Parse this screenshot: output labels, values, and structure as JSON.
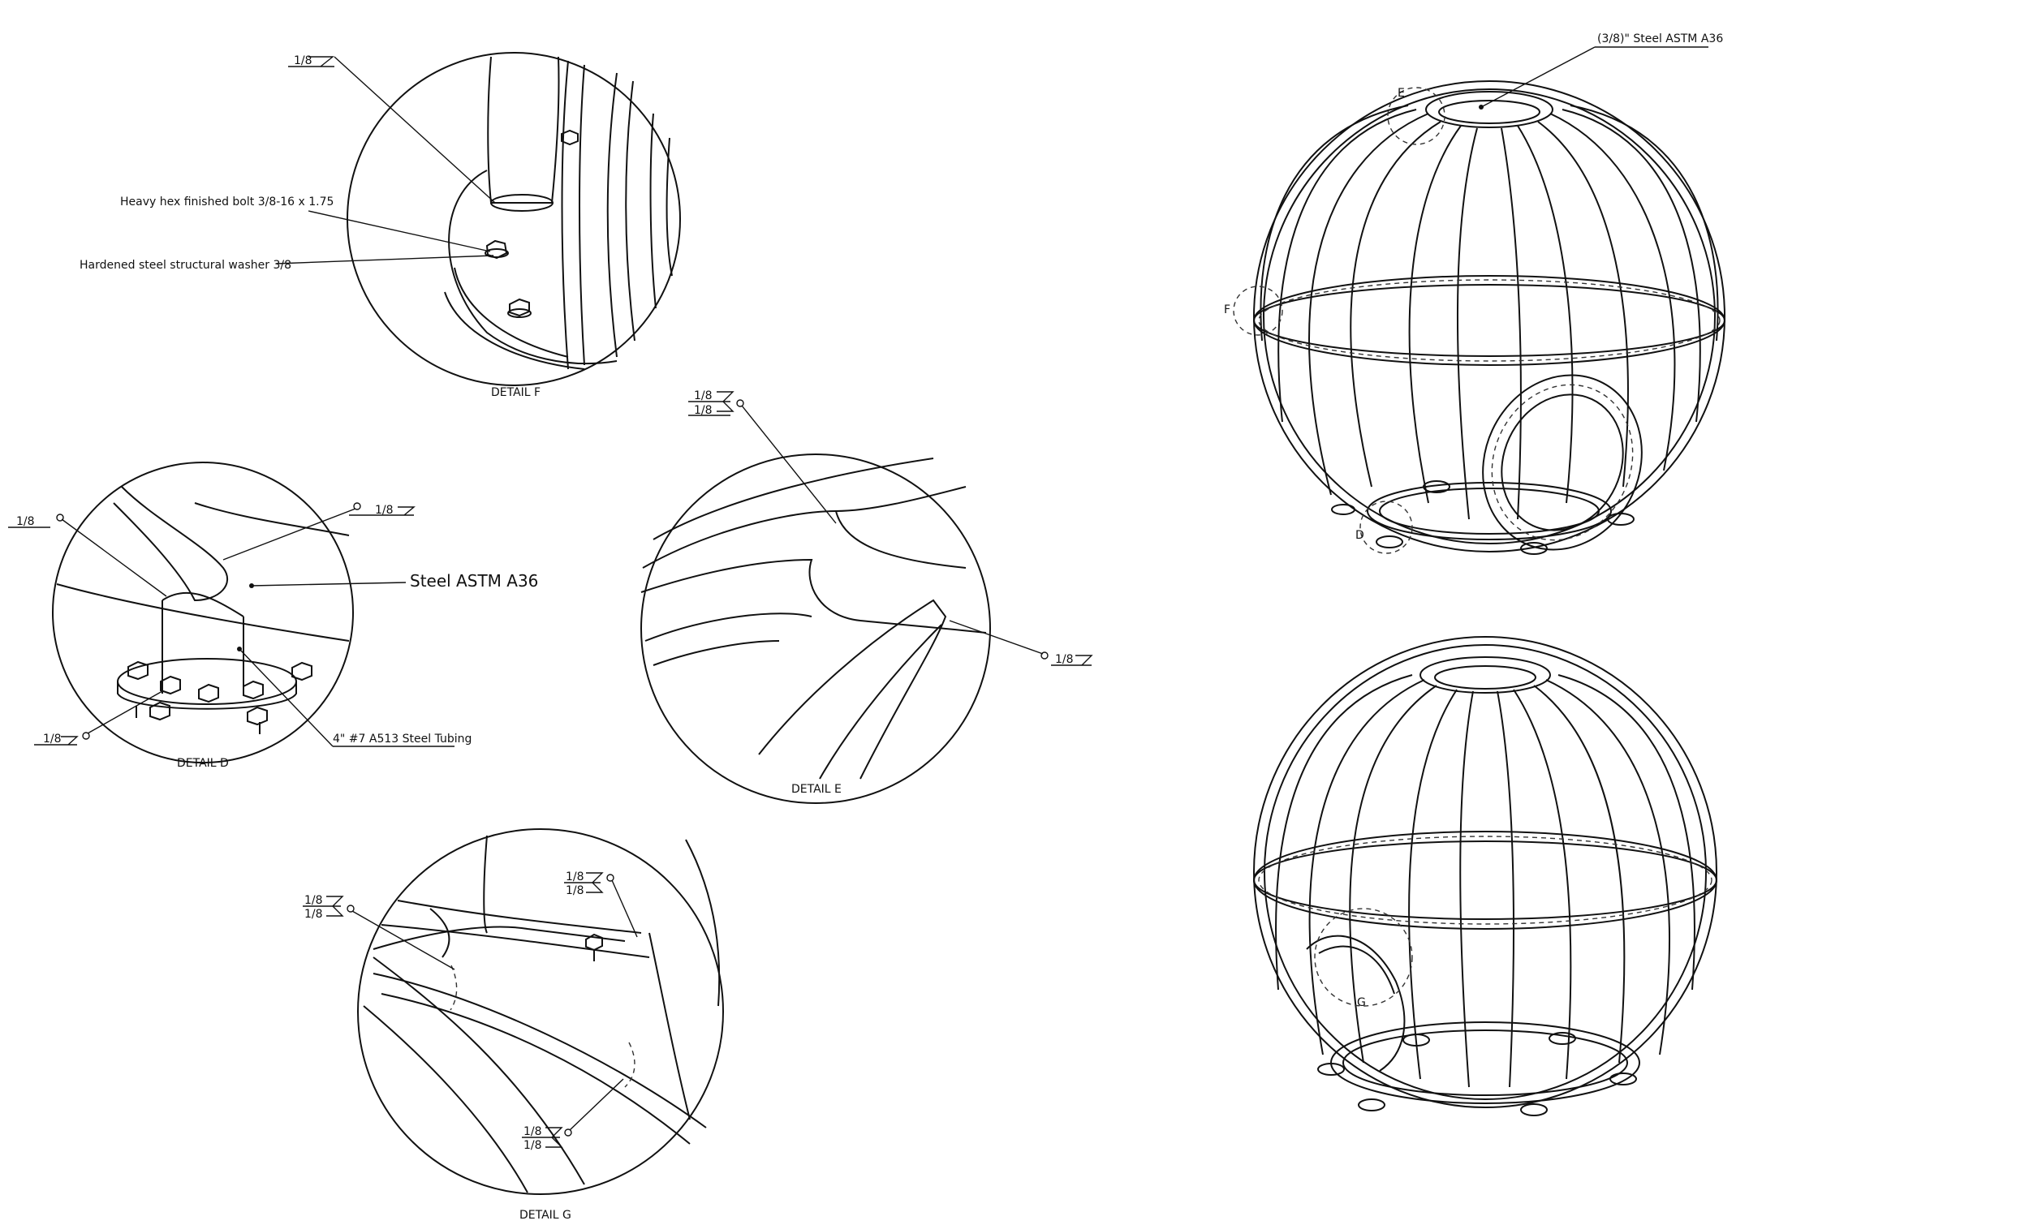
{
  "details": {
    "f": {
      "title": "DETAIL F",
      "bolt_label": "Heavy hex finished bolt 3/8-16 x 1.75",
      "washer_label": "Hardened steel structural washer 3/8",
      "weld": "1/8"
    },
    "d": {
      "title": "DETAIL D",
      "material": "Steel ASTM A36",
      "tubing": "4\" #7 A513 Steel Tubing",
      "weld_1": "1/8",
      "weld_2": "1/8",
      "weld_3": "1/8"
    },
    "e": {
      "title": "DETAIL E",
      "weld_top_num": "1/8",
      "weld_top_den": "1/8",
      "weld_right": "1/8"
    },
    "g": {
      "title": "DETAIL G",
      "weld_a_num": "1/8",
      "weld_a_den": "1/8",
      "weld_b_num": "1/8",
      "weld_b_den": "1/8",
      "weld_c_num": "1/8",
      "weld_c_den": "1/8"
    }
  },
  "views": {
    "top_sphere": {
      "material_label": "(3/8)\" Steel ASTM A36",
      "callout_e": "E",
      "callout_f": "F",
      "callout_d": "D"
    },
    "bottom_sphere": {
      "callout_g": "G"
    }
  }
}
